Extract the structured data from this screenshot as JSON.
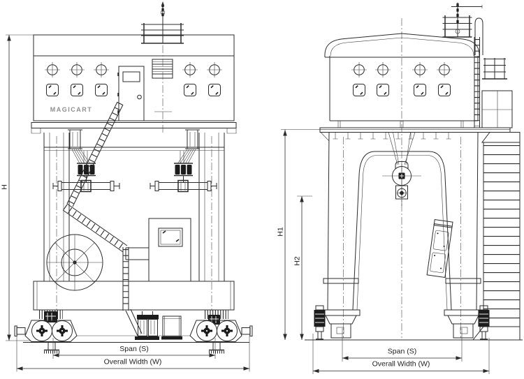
{
  "drawing": {
    "brand": "MAGICART",
    "views": {
      "front": "front-elevation",
      "side": "side-elevation"
    },
    "dimensions": {
      "h": "H",
      "h1": "H1",
      "h2": "H2",
      "span": "Span (S)",
      "overall_width": "Overall Width (W)"
    },
    "colors": {
      "line": "#2b2b2b",
      "background": "#ffffff",
      "brand_text": "#8f8f8f"
    }
  }
}
